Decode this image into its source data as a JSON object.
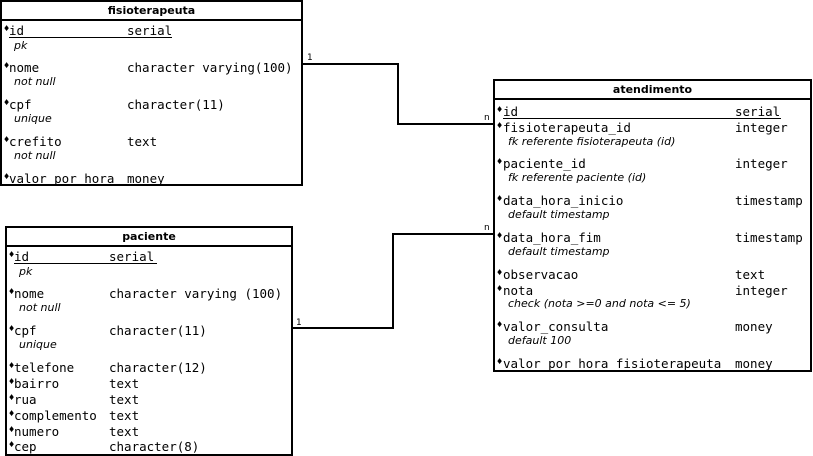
{
  "entities": {
    "fisioterapeuta": {
      "title": "fisioterapeuta",
      "fields": [
        {
          "name": "id",
          "type": "serial",
          "note": "pk"
        },
        {
          "name": "nome",
          "type": "character varying(100)",
          "note": "not null"
        },
        {
          "name": "cpf",
          "type": "character(11)",
          "note": "unique"
        },
        {
          "name": "crefito",
          "type": "text",
          "note": "not null"
        },
        {
          "name": "valor_por_hora",
          "type": "money",
          "note": ""
        }
      ]
    },
    "paciente": {
      "title": "paciente",
      "fields": [
        {
          "name": "id",
          "type": "serial",
          "note": "pk"
        },
        {
          "name": "nome",
          "type": "character varying (100)",
          "note": "not null"
        },
        {
          "name": "cpf",
          "type": "character(11)",
          "note": "unique"
        },
        {
          "name": "telefone",
          "type": "character(12)",
          "note": ""
        },
        {
          "name": "bairro",
          "type": "text",
          "note": ""
        },
        {
          "name": "rua",
          "type": "text",
          "note": ""
        },
        {
          "name": "complemento",
          "type": "text",
          "note": ""
        },
        {
          "name": "numero",
          "type": "text",
          "note": ""
        },
        {
          "name": "cep",
          "type": "character(8)",
          "note": ""
        }
      ]
    },
    "atendimento": {
      "title": "atendimento",
      "fields": [
        {
          "name": "id",
          "type": "serial",
          "note": ""
        },
        {
          "name": "fisioterapeuta_id",
          "type": "integer",
          "note": "fk referente fisioterapeuta (id)"
        },
        {
          "name": "paciente_id",
          "type": "integer",
          "note": "fk referente paciente (id)"
        },
        {
          "name": "data_hora_inicio",
          "type": "timestamp",
          "note": "default timestamp"
        },
        {
          "name": "data_hora_fim",
          "type": "timestamp",
          "note": "default timestamp"
        },
        {
          "name": "observacao",
          "type": "text",
          "note": ""
        },
        {
          "name": "nota",
          "type": "integer",
          "note": "check (nota >=0 and nota <= 5)"
        },
        {
          "name": "valor_consulta",
          "type": "money",
          "note": "default 100"
        },
        {
          "name": "valor_por_hora_fisioterapeuta",
          "type": "money",
          "note": ""
        }
      ]
    }
  },
  "relations": [
    {
      "from": "fisioterapeuta",
      "to": "atendimento",
      "from_card": "1",
      "to_card": "n"
    },
    {
      "from": "paciente",
      "to": "atendimento",
      "from_card": "1",
      "to_card": "n"
    }
  ]
}
